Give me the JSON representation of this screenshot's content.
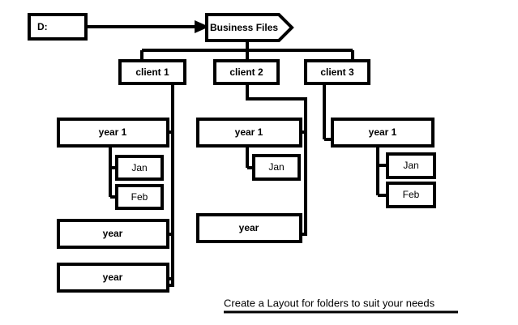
{
  "diagram": {
    "type": "folder-hierarchy-tree",
    "background_color": "#ffffff",
    "line_color": "#000000",
    "nodes": {
      "drive": {
        "label": "D:"
      },
      "root": {
        "label": "Business Files"
      },
      "client1": {
        "label": "client 1"
      },
      "client2": {
        "label": "client 2"
      },
      "client3": {
        "label": "client 3"
      },
      "c1_year1": {
        "label": "year 1"
      },
      "c1_year1_jan": {
        "label": "Jan"
      },
      "c1_year1_feb": {
        "label": "Feb"
      },
      "c1_year2": {
        "label": "year"
      },
      "c1_year3": {
        "label": "year"
      },
      "c2_year1": {
        "label": "year 1"
      },
      "c2_year1_jan": {
        "label": "Jan"
      },
      "c2_year2": {
        "label": "year"
      },
      "c3_year1": {
        "label": "year 1"
      },
      "c3_year1_jan": {
        "label": "Jan"
      },
      "c3_year1_feb": {
        "label": "Feb"
      }
    }
  },
  "caption": {
    "text": "Create a Layout for folders to suit your needs"
  }
}
